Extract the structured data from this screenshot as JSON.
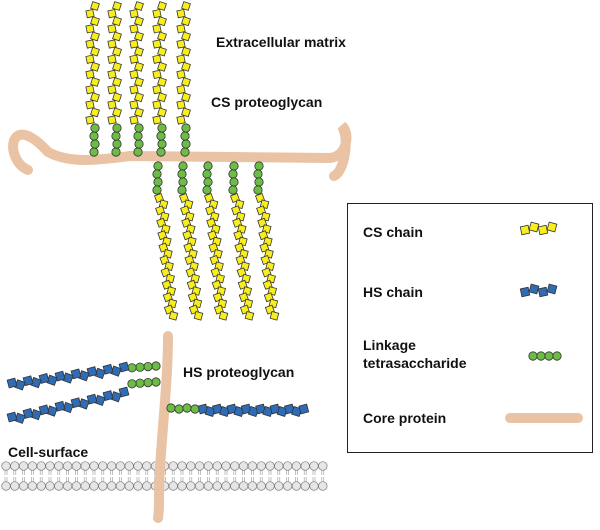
{
  "labels": {
    "extracellular_matrix": "Extracellular matrix",
    "cs_proteoglycan": "CS proteoglycan",
    "hs_proteoglycan": "HS proteoglycan",
    "cell_surface": "Cell-surface"
  },
  "legend": {
    "cs_chain": "CS chain",
    "hs_chain": "HS chain",
    "linkage_line1": "Linkage",
    "linkage_line2": "tetrasaccharide",
    "core_protein": "Core protein"
  },
  "colors": {
    "cs_yellow": "#f7ee1c",
    "hs_blue": "#2f6cb5",
    "linkage_green": "#6cbd45",
    "core_protein": "#eac3a4",
    "membrane_head": "#e6e6e6",
    "outline": "#333333"
  }
}
